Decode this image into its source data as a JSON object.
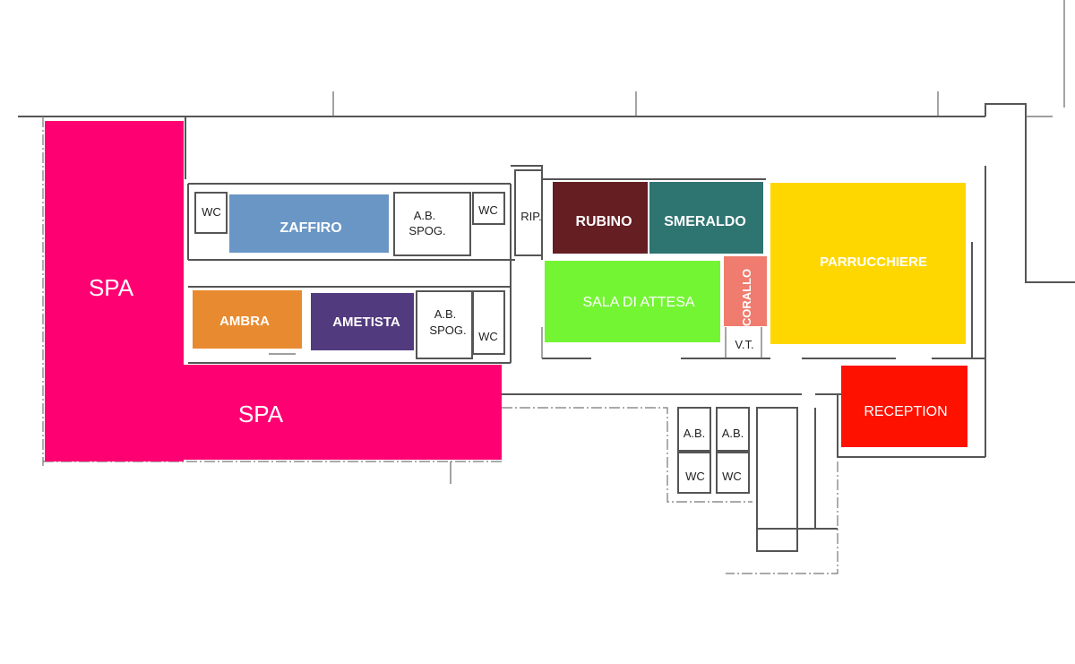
{
  "rooms": {
    "spa_vertical": {
      "label": "SPA",
      "color": "#ff0073"
    },
    "spa_horizontal": {
      "label": "SPA",
      "color": "#ff0073"
    },
    "zaffiro": {
      "label": "ZAFFIRO",
      "color": "#6a96c6"
    },
    "ambra": {
      "label": "AMBRA",
      "color": "#e88a30"
    },
    "ametista": {
      "label": "AMETISTA",
      "color": "#523a7e"
    },
    "rubino": {
      "label": "RUBINO",
      "color": "#651e22"
    },
    "smeraldo": {
      "label": "SMERALDO",
      "color": "#2e7471"
    },
    "sala_attesa": {
      "label": "SALA DI ATTESA",
      "color": "#74f534"
    },
    "corallo": {
      "label": "CORALLO",
      "color": "#ef7c6e"
    },
    "parrucchiere": {
      "label": "PARRUCCHIERE",
      "color": "#ffd700"
    },
    "reception": {
      "label": "RECEPTION",
      "color": "#ff1100"
    }
  },
  "service_labels": {
    "wc_1": "WC",
    "ab_spog_1_line1": "A.B.",
    "ab_spog_1_line2": "SPOG.",
    "wc_2": "WC",
    "rip": "RIP.",
    "ab_spog_2_line1": "A.B.",
    "ab_spog_2_line2": "SPOG.",
    "wc_3": "WC",
    "vt": "V.T.",
    "ab_3": "A.B.",
    "ab_4": "A.B.",
    "wc_4": "WC",
    "wc_5": "WC"
  }
}
